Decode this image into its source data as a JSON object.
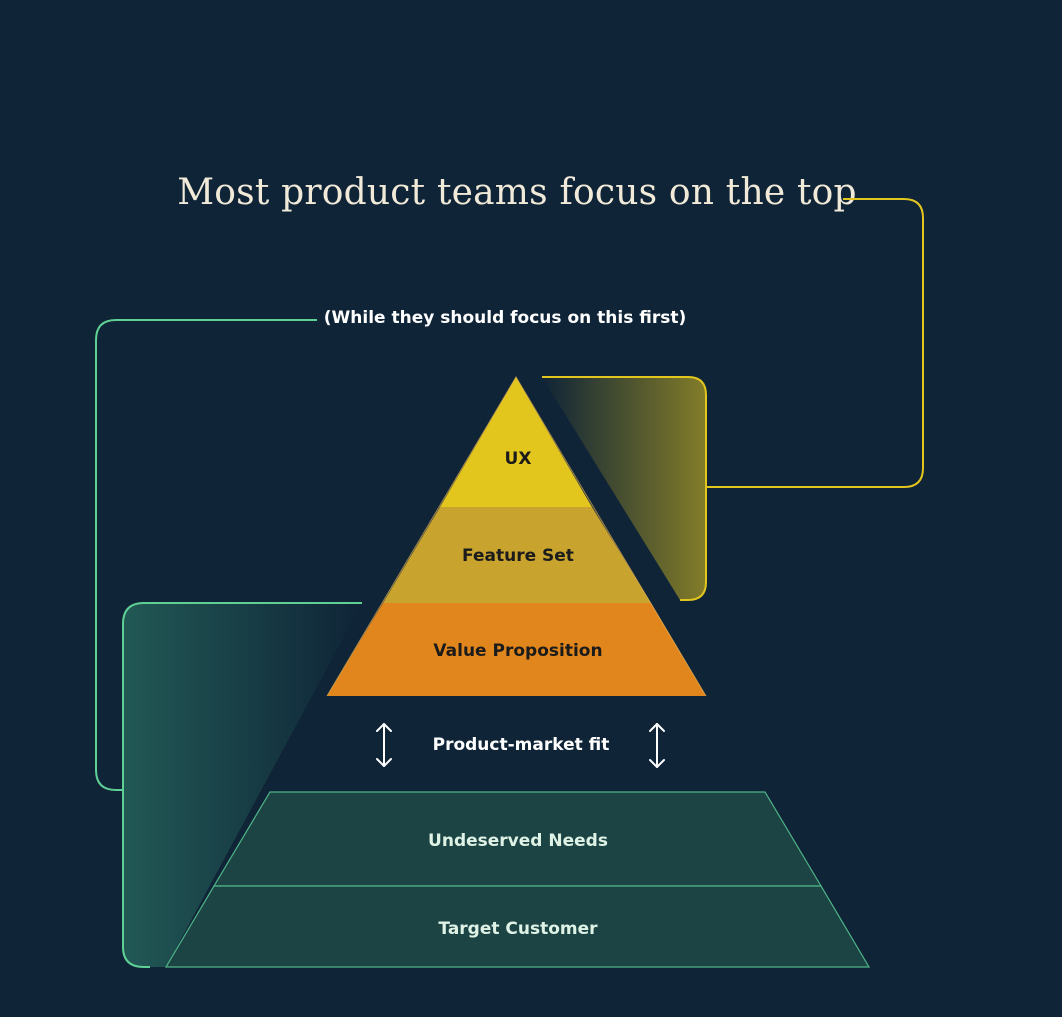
{
  "heading": "Most product teams focus on the top",
  "subheading": "(While they should focus on this first)",
  "pyramid_top": {
    "layers": [
      {
        "label": "UX",
        "color": "#e2c51d"
      },
      {
        "label": "Feature Set",
        "color": "#c8a42f"
      },
      {
        "label": "Value Proposition",
        "color": "#e1861c"
      }
    ]
  },
  "fit_label": "Product-market fit",
  "pyramid_base": {
    "layers": [
      {
        "label": "Undeserved Needs",
        "color": "#1d4444"
      },
      {
        "label": "Target Customer",
        "color": "#1d4444"
      }
    ]
  },
  "colors": {
    "background": "#0f2437",
    "top_bracket": "#e2c51d",
    "base_bracket": "#5fcf95",
    "base_text": "#dff2e6",
    "top_text": "#1b1b1b"
  }
}
